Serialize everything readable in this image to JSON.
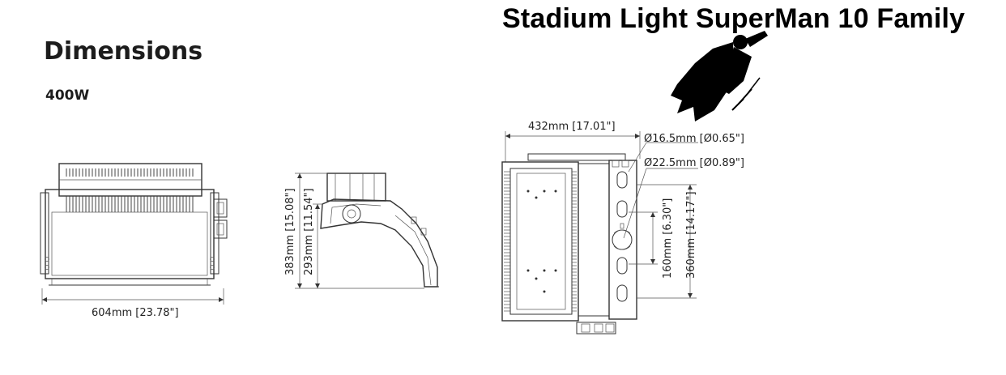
{
  "header": {
    "title": "Stadium Light SuperMan 10 Family"
  },
  "section": {
    "title": "Dimensions",
    "power": "400W"
  },
  "icons": {
    "logo": "flying-superhero-icon"
  },
  "dimensions": {
    "front_width": "604mm  [23.78\"]",
    "side_total_height": "383mm  [15.08\"]",
    "side_body_height": "293mm  [11.54\"]",
    "back_width": "432mm  [17.01\"]",
    "hole_small": "Ø16.5mm  [Ø0.65\"]",
    "hole_large": "Ø22.5mm  [Ø0.89\"]",
    "slot_spacing": "160mm  [6.30\"]",
    "bracket_height": "360mm  [14.17\"]"
  }
}
